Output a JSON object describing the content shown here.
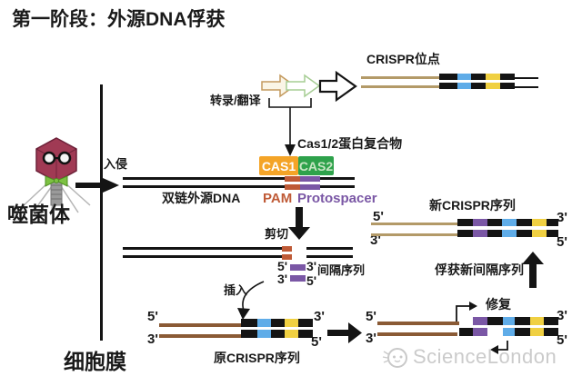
{
  "title": "第一阶段：外源DNA俘获",
  "phage": {
    "label": "噬菌体"
  },
  "membrane": {
    "label": "细胞膜"
  },
  "invasion": {
    "label": "入侵"
  },
  "locus": {
    "label": "CRISPR位点"
  },
  "transcription": {
    "label": "转录/翻译"
  },
  "cas": {
    "complex_label": "Cas1/2蛋白复合物",
    "cas1": "CAS1",
    "cas2": "CAS2"
  },
  "foreign_dna": {
    "label": "双链外源DNA",
    "pam": "PAM",
    "protospacer": "Protospacer"
  },
  "cut": {
    "label": "剪切"
  },
  "spacer": {
    "label": "间隔序列"
  },
  "insert": {
    "label": "插入"
  },
  "original_crispr": {
    "label": "原CRISPR序列"
  },
  "new_crispr": {
    "label": "新CRISPR序列",
    "capture_label": "俘获新间隔序列"
  },
  "repair": {
    "label": "修复"
  },
  "watermark": {
    "text": "ScienceLondon"
  },
  "ends": {
    "five": "5'",
    "three": "3'"
  },
  "colors": {
    "cas1_orange": "#f4a427",
    "cas2_green": "#2ea24b",
    "pam_red": "#bf5a36",
    "protospacer_purple": "#7a57a5",
    "block_blue": "#5face8",
    "block_yellow": "#f0d042",
    "block_black": "#141414",
    "strand_tan": "#b39a68",
    "strand_brown": "#8a5a35",
    "watermark_gray": "#cbcbcb"
  },
  "segments": {
    "locus": [
      {
        "c": "k",
        "w": 20
      },
      {
        "c": "b",
        "w": 15
      },
      {
        "c": "k",
        "w": 16
      },
      {
        "c": "y",
        "w": 16
      },
      {
        "c": "k",
        "w": 16
      }
    ],
    "new_crispr": [
      {
        "c": "k",
        "w": 17
      },
      {
        "c": "p",
        "w": 16
      },
      {
        "c": "k",
        "w": 16
      },
      {
        "c": "b",
        "w": 16
      },
      {
        "c": "k",
        "w": 17
      },
      {
        "c": "y",
        "w": 16
      },
      {
        "c": "k",
        "w": 13
      }
    ],
    "original": [
      {
        "c": "k",
        "w": 18
      },
      {
        "c": "b",
        "w": 15
      },
      {
        "c": "k",
        "w": 15
      },
      {
        "c": "y",
        "w": 15
      },
      {
        "c": "k",
        "w": 16
      }
    ],
    "repair_top": [
      {
        "c": "g",
        "w": 15
      },
      {
        "c": "p",
        "w": 16
      },
      {
        "c": "k",
        "w": 17
      },
      {
        "c": "b",
        "w": 13
      },
      {
        "c": "k",
        "w": 17
      },
      {
        "c": "y",
        "w": 15
      },
      {
        "c": "k",
        "w": 16
      }
    ],
    "repair_bottom": [
      {
        "c": "k",
        "w": 15
      },
      {
        "c": "p",
        "w": 16
      },
      {
        "c": "g",
        "w": 17
      },
      {
        "c": "b",
        "w": 13
      },
      {
        "c": "k",
        "w": 17
      },
      {
        "c": "y",
        "w": 15
      },
      {
        "c": "k",
        "w": 16
      }
    ]
  }
}
